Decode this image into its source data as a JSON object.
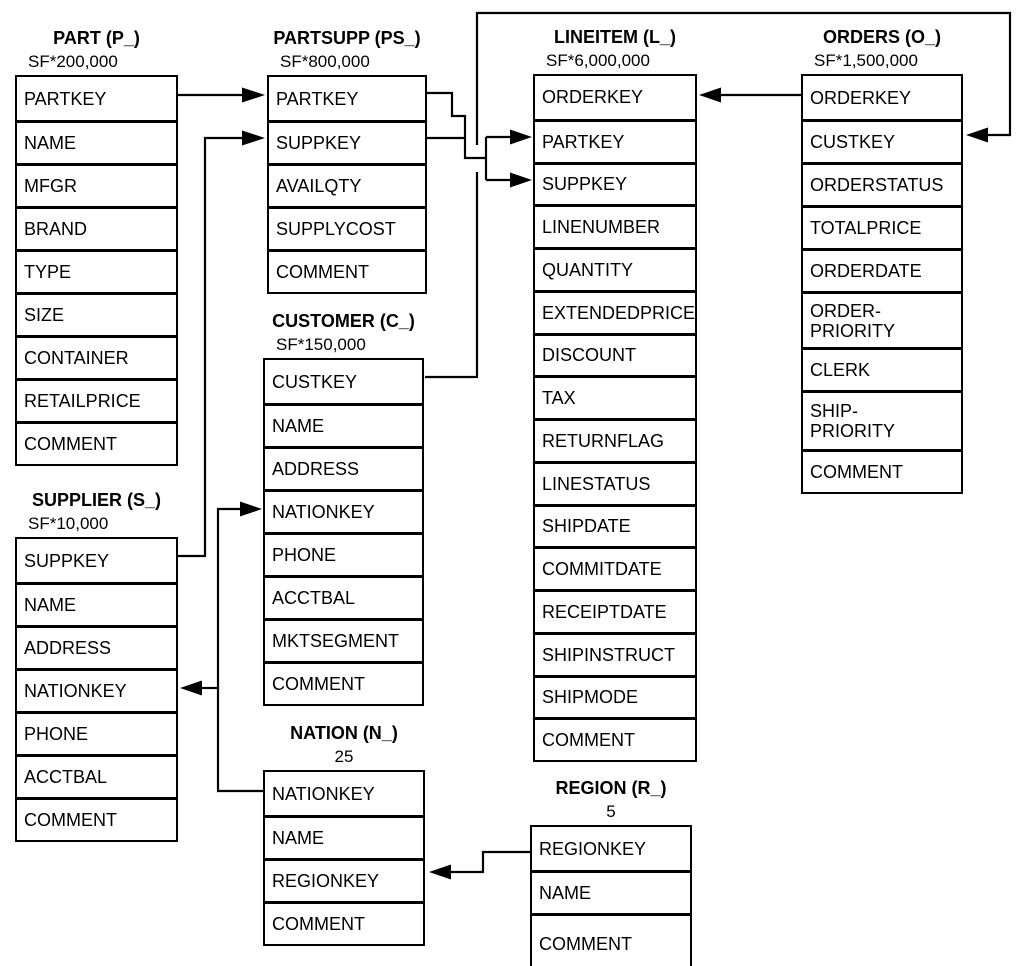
{
  "tables": [
    {
      "id": "part",
      "title": "PART (P_)",
      "cardinality": "SF*200,000",
      "columns": [
        "PARTKEY",
        "NAME",
        "MFGR",
        "BRAND",
        "TYPE",
        "SIZE",
        "CONTAINER",
        "RETAILPRICE",
        "COMMENT"
      ]
    },
    {
      "id": "partsupp",
      "title": "PARTSUPP (PS_)",
      "cardinality": "SF*800,000",
      "columns": [
        "PARTKEY",
        "SUPPKEY",
        "AVAILQTY",
        "SUPPLYCOST",
        "COMMENT"
      ]
    },
    {
      "id": "lineitem",
      "title": "LINEITEM (L_)",
      "cardinality": "SF*6,000,000",
      "columns": [
        "ORDERKEY",
        "PARTKEY",
        "SUPPKEY",
        "LINENUMBER",
        "QUANTITY",
        "EXTENDEDPRICE",
        "DISCOUNT",
        "TAX",
        "RETURNFLAG",
        "LINESTATUS",
        "SHIPDATE",
        "COMMITDATE",
        "RECEIPTDATE",
        "SHIPINSTRUCT",
        "SHIPMODE",
        "COMMENT"
      ]
    },
    {
      "id": "orders",
      "title": "ORDERS (O_)",
      "cardinality": "SF*1,500,000",
      "columns": [
        "ORDERKEY",
        "CUSTKEY",
        "ORDERSTATUS",
        "TOTALPRICE",
        "ORDERDATE",
        "ORDER-\nPRIORITY",
        "CLERK",
        "SHIP-\nPRIORITY",
        "COMMENT"
      ]
    },
    {
      "id": "supplier",
      "title": "SUPPLIER (S_)",
      "cardinality": "SF*10,000",
      "columns": [
        "SUPPKEY",
        "NAME",
        "ADDRESS",
        "NATIONKEY",
        "PHONE",
        "ACCTBAL",
        "COMMENT"
      ]
    },
    {
      "id": "customer",
      "title": "CUSTOMER (C_)",
      "cardinality": "SF*150,000",
      "columns": [
        "CUSTKEY",
        "NAME",
        "ADDRESS",
        "NATIONKEY",
        "PHONE",
        "ACCTBAL",
        "MKTSEGMENT",
        "COMMENT"
      ]
    },
    {
      "id": "nation",
      "title": "NATION (N_)",
      "cardinality": "25",
      "columns": [
        "NATIONKEY",
        "NAME",
        "REGIONKEY",
        "COMMENT"
      ]
    },
    {
      "id": "region",
      "title": "REGION (R_)",
      "cardinality": "5",
      "columns": [
        "REGIONKEY",
        "NAME",
        "COMMENT"
      ]
    }
  ],
  "relationships": [
    {
      "from": "PART.PARTKEY",
      "to": "PARTSUPP.PARTKEY"
    },
    {
      "from": "SUPPLIER.SUPPKEY",
      "to": "PARTSUPP.SUPPKEY"
    },
    {
      "from": "PARTSUPP.PARTKEY",
      "to": "LINEITEM.PARTKEY"
    },
    {
      "from": "PARTSUPP.SUPPKEY",
      "to": "LINEITEM.SUPPKEY"
    },
    {
      "from": "ORDERS.ORDERKEY",
      "to": "LINEITEM.ORDERKEY"
    },
    {
      "from": "CUSTOMER.CUSTKEY",
      "to": "ORDERS.CUSTKEY"
    },
    {
      "from": "NATION.NATIONKEY",
      "to": "SUPPLIER.NATIONKEY"
    },
    {
      "from": "NATION.NATIONKEY",
      "to": "CUSTOMER.NATIONKEY"
    },
    {
      "from": "REGION.REGIONKEY",
      "to": "NATION.REGIONKEY"
    }
  ],
  "colors": {
    "line": "#000000",
    "background": "#ffffff",
    "text": "#000000"
  }
}
